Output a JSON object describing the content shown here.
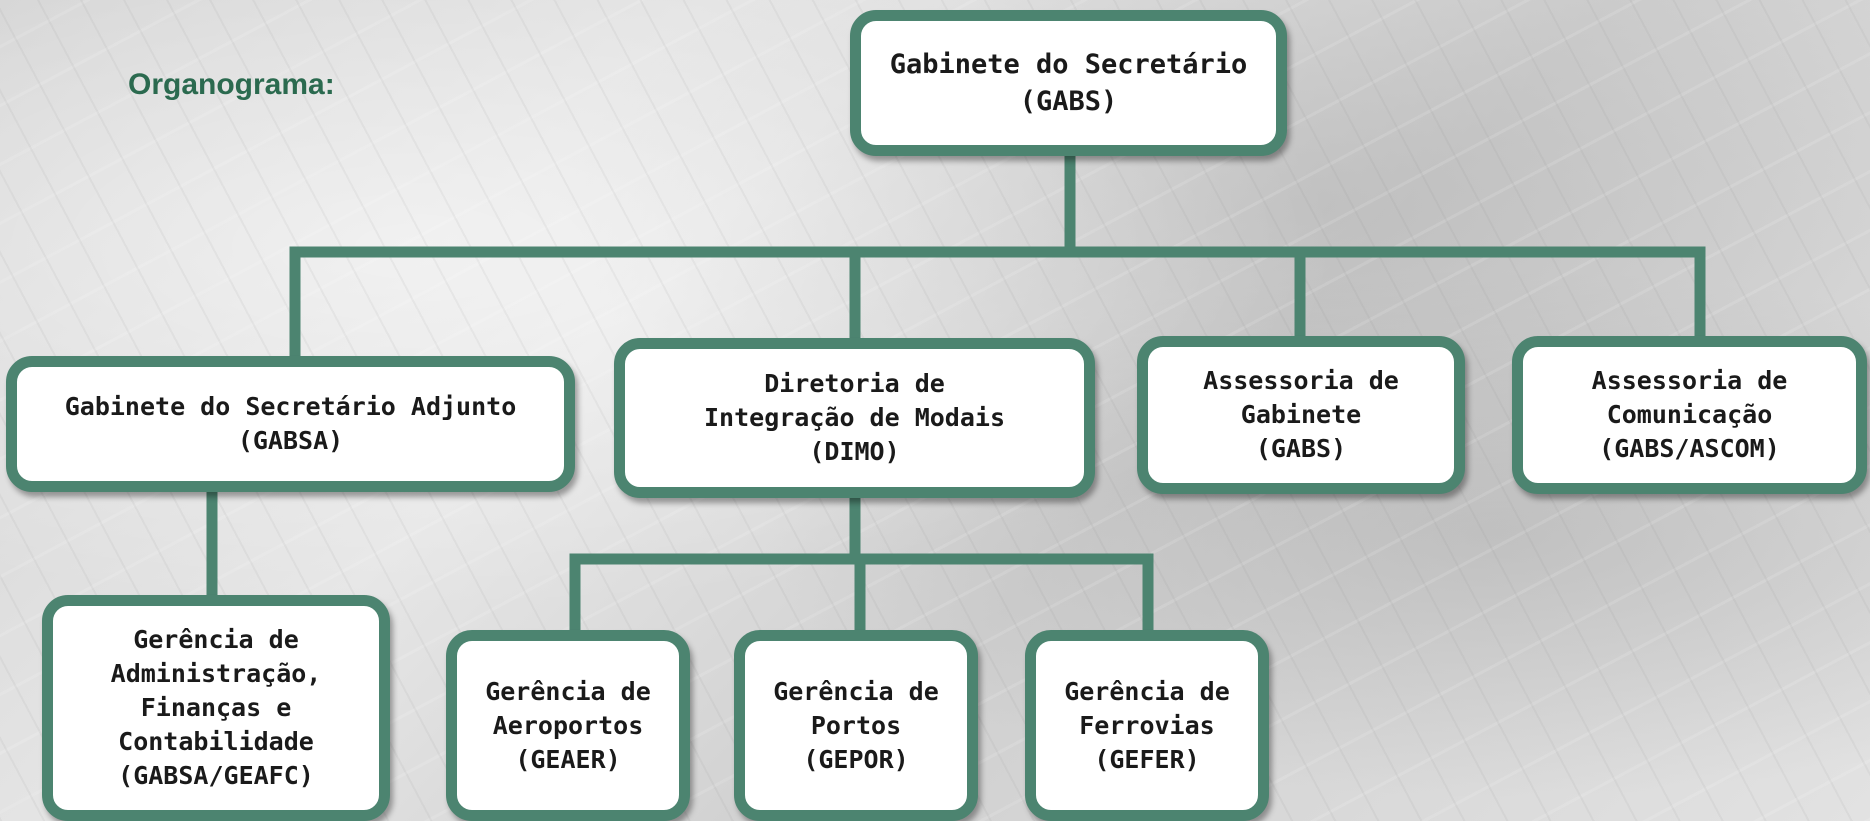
{
  "heading": "Organograma:",
  "colors": {
    "accent": "#4c8470",
    "heading": "#2b6a4f",
    "text": "#1a1a1a"
  },
  "nodes": {
    "gabs": [
      "Gabinete do Secretário",
      "(GABS)"
    ],
    "gabsa": [
      "Gabinete do Secretário Adjunto",
      "(GABSA)"
    ],
    "dimo": [
      "Diretoria de",
      "Integração de Modais",
      "(DIMO)"
    ],
    "assessoria_gabinete": [
      "Assessoria de",
      "Gabinete",
      "(GABS)"
    ],
    "assessoria_comunicacao": [
      "Assessoria de",
      "Comunicação",
      "(GABS/ASCOM)"
    ],
    "geafc": [
      "Gerência de",
      "Administração,",
      "Finanças e",
      "Contabilidade",
      "(GABSA/GEAFC)"
    ],
    "geaer": [
      "Gerência de",
      "Aeroportos",
      "(GEAER)"
    ],
    "gepor": [
      "Gerência de",
      "Portos",
      "(GEPOR)"
    ],
    "gefer": [
      "Gerência de",
      "Ferrovias",
      "(GEFER)"
    ]
  }
}
